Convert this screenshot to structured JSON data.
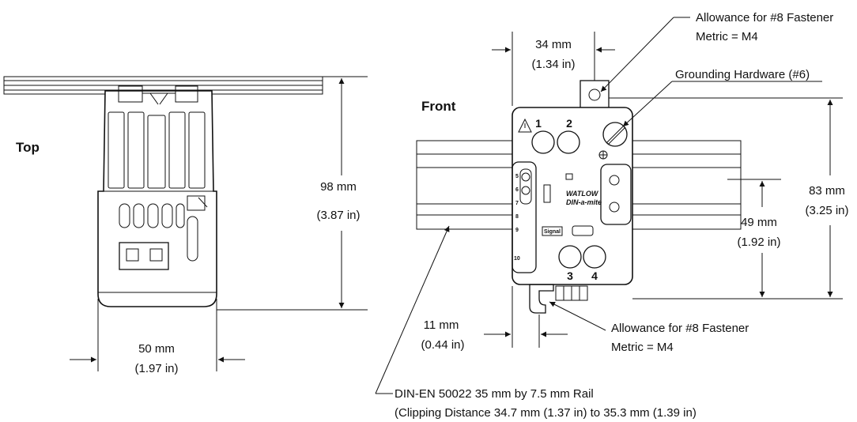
{
  "views": {
    "top": "Top",
    "front": "Front"
  },
  "dimensions": {
    "top_height_mm": "98 mm",
    "top_height_in": "(3.87 in)",
    "top_width_mm": "50 mm",
    "top_width_in": "(1.97 in)",
    "front_width_mm": "34 mm",
    "front_width_in": "(1.34 in)",
    "front_height_mm": "83 mm",
    "front_height_in": "(3.25 in)",
    "mid_height_mm": "49 mm",
    "mid_height_in": "(1.92 in)",
    "offset_mm": "11 mm",
    "offset_in": "(0.44 in)"
  },
  "callouts": {
    "fastener_top_line1": "Allowance for #8 Fastener",
    "fastener_top_line2": "Metric = M4",
    "grounding": "Grounding Hardware (#6)",
    "fastener_bottom_line1": "Allowance for #8 Fastener",
    "fastener_bottom_line2": "Metric = M4",
    "rail_line1": "DIN-EN 50022 35 mm by 7.5 mm Rail",
    "rail_line2": "(Clipping Distance 34.7 mm (1.37 in) to 35.3 mm (1.39 in)"
  },
  "device": {
    "terminal_1": "1",
    "terminal_2": "2",
    "terminal_3": "3",
    "terminal_4": "4",
    "brand": "WATLOW",
    "model": "DIN-a-mite",
    "signal_label": "Signal",
    "scale_marks": [
      "5",
      "6",
      "7",
      "8",
      "9",
      "10"
    ]
  }
}
